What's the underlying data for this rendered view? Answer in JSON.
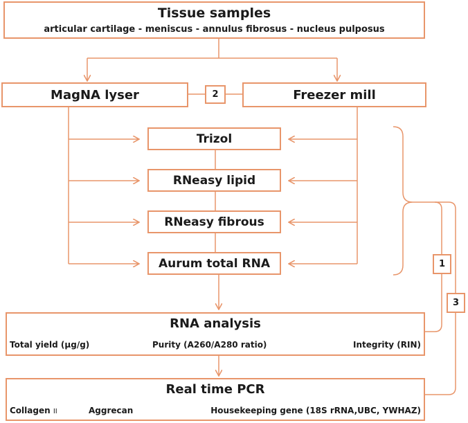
{
  "tissue": {
    "title": "Tissue samples",
    "subtitle": "articular cartilage - meniscus - annulus fibrosus - nucleus pulposus"
  },
  "homogenizers": {
    "left": "MagNA lyser",
    "right": "Freezer mill",
    "link_label": "2"
  },
  "methods": [
    "Trizol",
    "RNeasy lipid",
    "RNeasy fibrous",
    "Aurum total RNA"
  ],
  "analysis": {
    "title": "RNA analysis",
    "items": [
      "Total yield (µg/g)",
      "Purity (A260/A280 ratio)",
      "Integrity (RIN)"
    ]
  },
  "pcr": {
    "title": "Real time PCR",
    "collagen": "Collagen",
    "collagen_type": "II",
    "aggrecan": "Aggrecan",
    "housekeeping": "Housekeeping gene (18S rRNA,UBC, YWHAZ)"
  },
  "brackets": {
    "one": "1",
    "three": "3"
  },
  "colors": {
    "accent": "#e8956a",
    "text": "#1a1a1a"
  }
}
